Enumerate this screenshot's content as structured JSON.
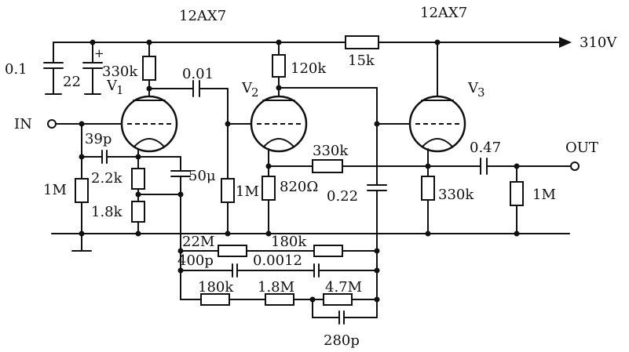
{
  "tube_types": {
    "left": "12AX7",
    "right": "12AX7"
  },
  "supply": {
    "voltage": "310V"
  },
  "input": {
    "label": "IN"
  },
  "output": {
    "label": "OUT"
  },
  "tubes": {
    "v1": "V1",
    "v2": "V2",
    "v3": "V3",
    "v_letter": "V",
    "sub1": "1",
    "sub2": "2",
    "sub3": "3"
  },
  "components": {
    "c_01": "0.1",
    "c_22": "22",
    "plus": "+",
    "r_330k_v1": "330k",
    "c_001": "0.01",
    "r_120k": "120k",
    "r_15k": "15k",
    "c_39p": "39p",
    "r_1m_in": "1M",
    "r_2_2k": "2.2k",
    "r_1_8k": "1.8k",
    "c_50u": "50μ",
    "r_1m_grid": "1M",
    "r_820": "820Ω",
    "r_330k_fb": "330k",
    "c_022": "0.22",
    "c_047": "0.47",
    "r_330k_v3": "330k",
    "r_1m_out": "1M",
    "r_22m": "22M",
    "r_180k_top": "180k",
    "c_400p": "400p",
    "c_00012": "0.0012",
    "r_180k_bot": "180k",
    "r_1_8m": "1.8M",
    "r_4_7m": "4.7M",
    "c_280p": "280p"
  }
}
